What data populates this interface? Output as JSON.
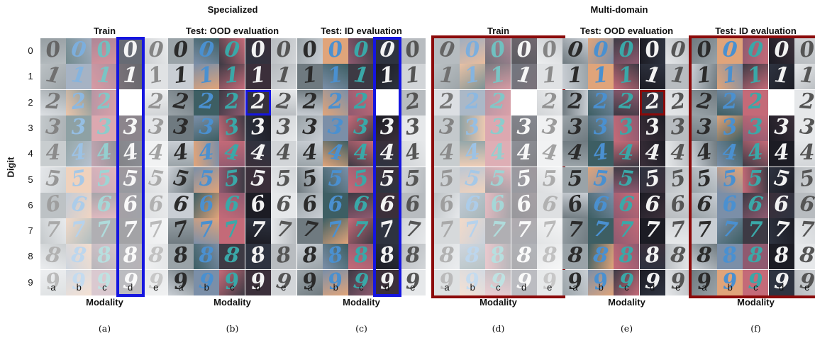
{
  "groups": [
    {
      "title": "Specialized"
    },
    {
      "title": "Multi-domain"
    }
  ],
  "y_axis_label": "Digit",
  "x_axis_label": "Modality",
  "row_labels": [
    "0",
    "1",
    "2",
    "3",
    "4",
    "5",
    "6",
    "7",
    "8",
    "9"
  ],
  "col_labels": [
    "a",
    "b",
    "c",
    "d",
    "e"
  ],
  "panels": [
    {
      "title": "Train",
      "caption": "(a)",
      "faded": true,
      "highlight": "column-d",
      "highlight_color": "#1515e0"
    },
    {
      "title": "Test: OOD evaluation",
      "caption": "(b)",
      "faded": false,
      "highlight": "cell-d-2",
      "highlight_color": "#1515e0"
    },
    {
      "title": "Test: ID evaluation",
      "caption": "(c)",
      "faded": false,
      "highlight": "column-d",
      "highlight_color": "#1515e0"
    },
    {
      "title": "Train",
      "caption": "(d)",
      "faded": true,
      "highlight": "whole-grid",
      "highlight_color": "#8b0a0a"
    },
    {
      "title": "Test: OOD evaluation",
      "caption": "(e)",
      "faded": false,
      "highlight": "cell-d-2",
      "highlight_color": "#8b0a0a"
    },
    {
      "title": "Test: ID evaluation",
      "caption": "(f)",
      "faded": false,
      "highlight": "whole-grid",
      "highlight_color": "#8b0a0a"
    }
  ],
  "missing_cell": {
    "column": "d",
    "digit": "2",
    "panels_blank": [
      "a",
      "c",
      "d",
      "f"
    ]
  },
  "modality_styles": {
    "a": {
      "bg": [
        "#9aa3a8",
        "#c9ced4",
        "#6f7a80"
      ],
      "fg": "#2b2b2b"
    },
    "b": {
      "bg": [
        "#e0a47a",
        "#7b8fa8",
        "#3d5e63"
      ],
      "fg": "#4a90d0"
    },
    "c": {
      "bg": [
        "#c46a78",
        "#3d3a44",
        "#8f5a70"
      ],
      "fg": "#3aa8a8"
    },
    "d": {
      "bg": [
        "#1c1c24",
        "#2e3340",
        "#3b2f3a"
      ],
      "fg": "#f2f2f2"
    },
    "e": {
      "bg": [
        "#e6e8ea",
        "#b8bcc0",
        "#d2d5d8"
      ],
      "fg": "#555555"
    }
  }
}
